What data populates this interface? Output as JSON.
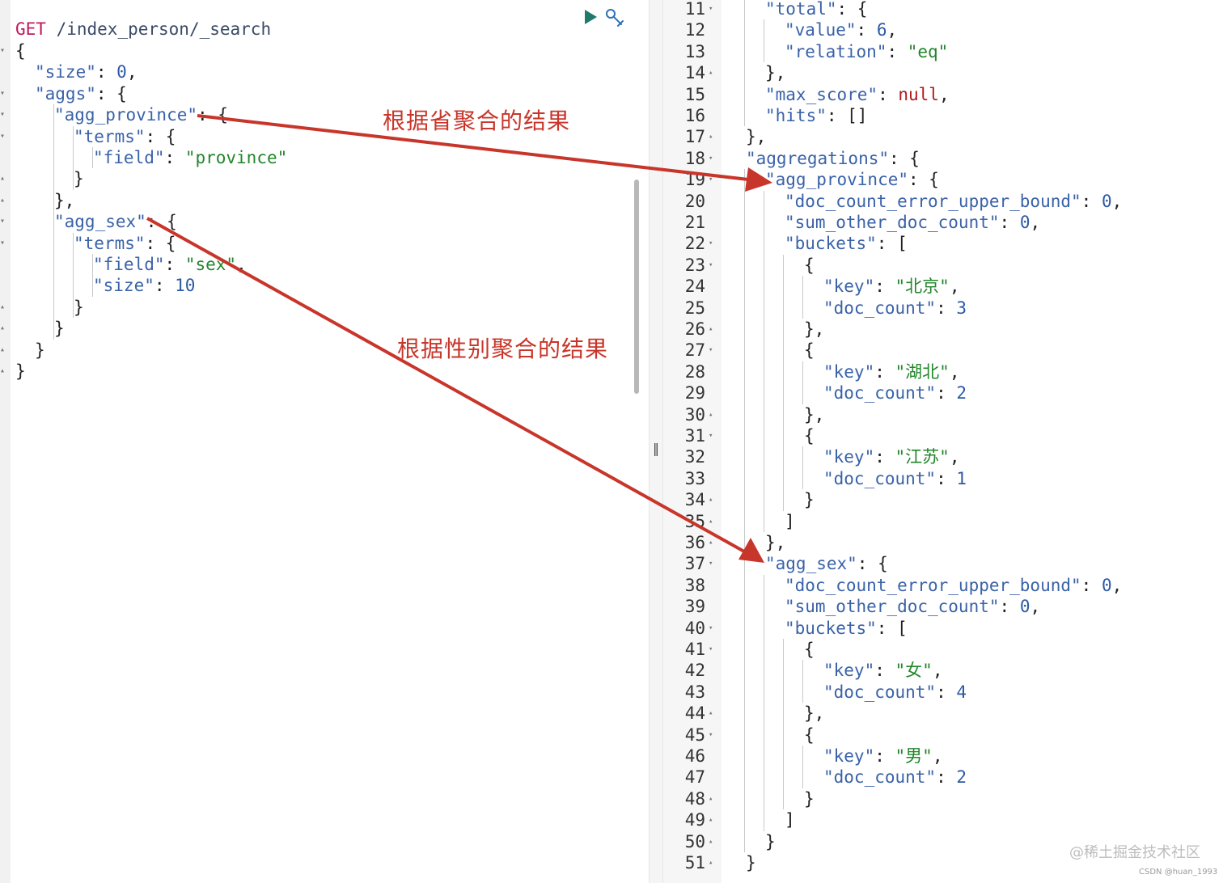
{
  "request": {
    "method": "GET",
    "path": "/index_person/_search",
    "lines": [
      [
        {
          "t": "{",
          "c": "p"
        }
      ],
      [
        {
          "t": "\"size\"",
          "c": "k"
        },
        {
          "t": ": ",
          "c": "p"
        },
        {
          "t": "0",
          "c": "n"
        },
        {
          "t": ",",
          "c": "p"
        }
      ],
      [
        {
          "t": "\"aggs\"",
          "c": "k"
        },
        {
          "t": ": {",
          "c": "p"
        }
      ],
      [
        {
          "t": "\"agg_province\"",
          "c": "k"
        },
        {
          "t": ": {",
          "c": "p"
        }
      ],
      [
        {
          "t": "\"terms\"",
          "c": "k"
        },
        {
          "t": ": {",
          "c": "p"
        }
      ],
      [
        {
          "t": "\"field\"",
          "c": "k"
        },
        {
          "t": ": ",
          "c": "p"
        },
        {
          "t": "\"province\"",
          "c": "s"
        }
      ],
      [
        {
          "t": "}",
          "c": "p"
        }
      ],
      [
        {
          "t": "},",
          "c": "p"
        }
      ],
      [
        {
          "t": "\"agg_sex\"",
          "c": "k"
        },
        {
          "t": ": {",
          "c": "p"
        }
      ],
      [
        {
          "t": "\"terms\"",
          "c": "k"
        },
        {
          "t": ": {",
          "c": "p"
        }
      ],
      [
        {
          "t": "\"field\"",
          "c": "k"
        },
        {
          "t": ": ",
          "c": "p"
        },
        {
          "t": "\"sex\"",
          "c": "s"
        },
        {
          "t": ",",
          "c": "p"
        }
      ],
      [
        {
          "t": "\"size\"",
          "c": "k"
        },
        {
          "t": ": ",
          "c": "p"
        },
        {
          "t": "10",
          "c": "n"
        }
      ],
      [
        {
          "t": "}",
          "c": "p"
        }
      ],
      [
        {
          "t": "}",
          "c": "p"
        }
      ],
      [
        {
          "t": "}",
          "c": "p"
        }
      ],
      [
        {
          "t": "}",
          "c": "p"
        }
      ]
    ]
  },
  "response": {
    "lines": [
      {
        "n": "11",
        "f": "down",
        "seg": [
          {
            "t": "\"total\"",
            "c": "k"
          },
          {
            "t": ": {",
            "c": "p"
          }
        ]
      },
      {
        "n": "12",
        "f": "",
        "seg": [
          {
            "t": "\"value\"",
            "c": "k"
          },
          {
            "t": ": ",
            "c": "p"
          },
          {
            "t": "6",
            "c": "n"
          },
          {
            "t": ",",
            "c": "p"
          }
        ]
      },
      {
        "n": "13",
        "f": "",
        "seg": [
          {
            "t": "\"relation\"",
            "c": "k"
          },
          {
            "t": ": ",
            "c": "p"
          },
          {
            "t": "\"eq\"",
            "c": "s"
          }
        ]
      },
      {
        "n": "14",
        "f": "up",
        "seg": [
          {
            "t": "},",
            "c": "p"
          }
        ]
      },
      {
        "n": "15",
        "f": "",
        "seg": [
          {
            "t": "\"max_score\"",
            "c": "k"
          },
          {
            "t": ": ",
            "c": "p"
          },
          {
            "t": "null",
            "c": "kw"
          },
          {
            "t": ",",
            "c": "p"
          }
        ]
      },
      {
        "n": "16",
        "f": "",
        "seg": [
          {
            "t": "\"hits\"",
            "c": "k"
          },
          {
            "t": ": []",
            "c": "p"
          }
        ]
      },
      {
        "n": "17",
        "f": "up",
        "seg": [
          {
            "t": "},",
            "c": "p"
          }
        ]
      },
      {
        "n": "18",
        "f": "down",
        "seg": [
          {
            "t": "\"aggregations\"",
            "c": "k"
          },
          {
            "t": ": {",
            "c": "p"
          }
        ]
      },
      {
        "n": "19",
        "f": "down",
        "seg": [
          {
            "t": "\"agg_province\"",
            "c": "k"
          },
          {
            "t": ": {",
            "c": "p"
          }
        ]
      },
      {
        "n": "20",
        "f": "",
        "seg": [
          {
            "t": "\"doc_count_error_upper_bound\"",
            "c": "k"
          },
          {
            "t": ": ",
            "c": "p"
          },
          {
            "t": "0",
            "c": "n"
          },
          {
            "t": ",",
            "c": "p"
          }
        ]
      },
      {
        "n": "21",
        "f": "",
        "seg": [
          {
            "t": "\"sum_other_doc_count\"",
            "c": "k"
          },
          {
            "t": ": ",
            "c": "p"
          },
          {
            "t": "0",
            "c": "n"
          },
          {
            "t": ",",
            "c": "p"
          }
        ]
      },
      {
        "n": "22",
        "f": "down",
        "seg": [
          {
            "t": "\"buckets\"",
            "c": "k"
          },
          {
            "t": ": [",
            "c": "p"
          }
        ]
      },
      {
        "n": "23",
        "f": "down",
        "seg": [
          {
            "t": "{",
            "c": "p"
          }
        ]
      },
      {
        "n": "24",
        "f": "",
        "seg": [
          {
            "t": "\"key\"",
            "c": "k"
          },
          {
            "t": ": ",
            "c": "p"
          },
          {
            "t": "\"北京\"",
            "c": "s"
          },
          {
            "t": ",",
            "c": "p"
          }
        ]
      },
      {
        "n": "25",
        "f": "",
        "seg": [
          {
            "t": "\"doc_count\"",
            "c": "k"
          },
          {
            "t": ": ",
            "c": "p"
          },
          {
            "t": "3",
            "c": "n"
          }
        ]
      },
      {
        "n": "26",
        "f": "up",
        "seg": [
          {
            "t": "},",
            "c": "p"
          }
        ]
      },
      {
        "n": "27",
        "f": "down",
        "seg": [
          {
            "t": "{",
            "c": "p"
          }
        ]
      },
      {
        "n": "28",
        "f": "",
        "seg": [
          {
            "t": "\"key\"",
            "c": "k"
          },
          {
            "t": ": ",
            "c": "p"
          },
          {
            "t": "\"湖北\"",
            "c": "s"
          },
          {
            "t": ",",
            "c": "p"
          }
        ]
      },
      {
        "n": "29",
        "f": "",
        "seg": [
          {
            "t": "\"doc_count\"",
            "c": "k"
          },
          {
            "t": ": ",
            "c": "p"
          },
          {
            "t": "2",
            "c": "n"
          }
        ]
      },
      {
        "n": "30",
        "f": "up",
        "seg": [
          {
            "t": "},",
            "c": "p"
          }
        ]
      },
      {
        "n": "31",
        "f": "down",
        "seg": [
          {
            "t": "{",
            "c": "p"
          }
        ]
      },
      {
        "n": "32",
        "f": "",
        "seg": [
          {
            "t": "\"key\"",
            "c": "k"
          },
          {
            "t": ": ",
            "c": "p"
          },
          {
            "t": "\"江苏\"",
            "c": "s"
          },
          {
            "t": ",",
            "c": "p"
          }
        ]
      },
      {
        "n": "33",
        "f": "",
        "seg": [
          {
            "t": "\"doc_count\"",
            "c": "k"
          },
          {
            "t": ": ",
            "c": "p"
          },
          {
            "t": "1",
            "c": "n"
          }
        ]
      },
      {
        "n": "34",
        "f": "up",
        "seg": [
          {
            "t": "}",
            "c": "p"
          }
        ]
      },
      {
        "n": "35",
        "f": "up",
        "seg": [
          {
            "t": "]",
            "c": "p"
          }
        ]
      },
      {
        "n": "36",
        "f": "up",
        "seg": [
          {
            "t": "},",
            "c": "p"
          }
        ]
      },
      {
        "n": "37",
        "f": "down",
        "seg": [
          {
            "t": "\"agg_sex\"",
            "c": "k"
          },
          {
            "t": ": {",
            "c": "p"
          }
        ]
      },
      {
        "n": "38",
        "f": "",
        "seg": [
          {
            "t": "\"doc_count_error_upper_bound\"",
            "c": "k"
          },
          {
            "t": ": ",
            "c": "p"
          },
          {
            "t": "0",
            "c": "n"
          },
          {
            "t": ",",
            "c": "p"
          }
        ]
      },
      {
        "n": "39",
        "f": "",
        "seg": [
          {
            "t": "\"sum_other_doc_count\"",
            "c": "k"
          },
          {
            "t": ": ",
            "c": "p"
          },
          {
            "t": "0",
            "c": "n"
          },
          {
            "t": ",",
            "c": "p"
          }
        ]
      },
      {
        "n": "40",
        "f": "down",
        "seg": [
          {
            "t": "\"buckets\"",
            "c": "k"
          },
          {
            "t": ": [",
            "c": "p"
          }
        ]
      },
      {
        "n": "41",
        "f": "down",
        "seg": [
          {
            "t": "{",
            "c": "p"
          }
        ]
      },
      {
        "n": "42",
        "f": "",
        "seg": [
          {
            "t": "\"key\"",
            "c": "k"
          },
          {
            "t": ": ",
            "c": "p"
          },
          {
            "t": "\"女\"",
            "c": "s"
          },
          {
            "t": ",",
            "c": "p"
          }
        ]
      },
      {
        "n": "43",
        "f": "",
        "seg": [
          {
            "t": "\"doc_count\"",
            "c": "k"
          },
          {
            "t": ": ",
            "c": "p"
          },
          {
            "t": "4",
            "c": "n"
          }
        ]
      },
      {
        "n": "44",
        "f": "up",
        "seg": [
          {
            "t": "},",
            "c": "p"
          }
        ]
      },
      {
        "n": "45",
        "f": "down",
        "seg": [
          {
            "t": "{",
            "c": "p"
          }
        ]
      },
      {
        "n": "46",
        "f": "",
        "seg": [
          {
            "t": "\"key\"",
            "c": "k"
          },
          {
            "t": ": ",
            "c": "p"
          },
          {
            "t": "\"男\"",
            "c": "s"
          },
          {
            "t": ",",
            "c": "p"
          }
        ]
      },
      {
        "n": "47",
        "f": "",
        "seg": [
          {
            "t": "\"doc_count\"",
            "c": "k"
          },
          {
            "t": ": ",
            "c": "p"
          },
          {
            "t": "2",
            "c": "n"
          }
        ]
      },
      {
        "n": "48",
        "f": "up",
        "seg": [
          {
            "t": "}",
            "c": "p"
          }
        ]
      },
      {
        "n": "49",
        "f": "up",
        "seg": [
          {
            "t": "]",
            "c": "p"
          }
        ]
      },
      {
        "n": "50",
        "f": "up",
        "seg": [
          {
            "t": "}",
            "c": "p"
          }
        ]
      },
      {
        "n": "51",
        "f": "up",
        "seg": [
          {
            "t": "}",
            "c": "p"
          }
        ]
      }
    ]
  },
  "annotations": {
    "province_label": "根据省聚合的结果",
    "sex_label": "根据性别聚合的结果"
  },
  "toolbar": {
    "run_icon": "play-icon",
    "settings_icon": "wrench-icon"
  },
  "watermark": "@稀土掘金技术社区",
  "credit": "CSDN @huan_1993",
  "colors": {
    "key": "#3a62a8",
    "string": "#22862b",
    "number": "#2d5aa6",
    "keyword": "#b01a1a",
    "annotation": "#c8352a",
    "method": "#c2185b"
  }
}
